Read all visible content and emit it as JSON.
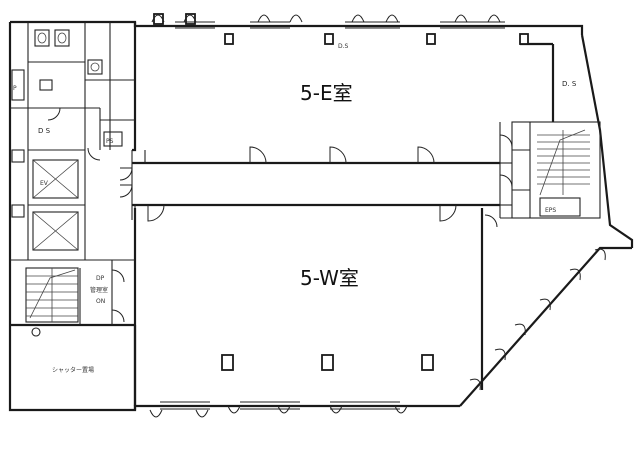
{
  "rooms": {
    "east": "5-E室",
    "west": "5-W室"
  },
  "labels": {
    "ds_east": "D. S",
    "ds_core": "D S",
    "eps_core": "EPS",
    "ds_room": "D.S",
    "ps": "PS",
    "dp": "DP",
    "ps_small": "P",
    "shutter": "シャッター置場",
    "elevator_hall": "EV",
    "kanri": "管理室",
    "on": "ON"
  }
}
